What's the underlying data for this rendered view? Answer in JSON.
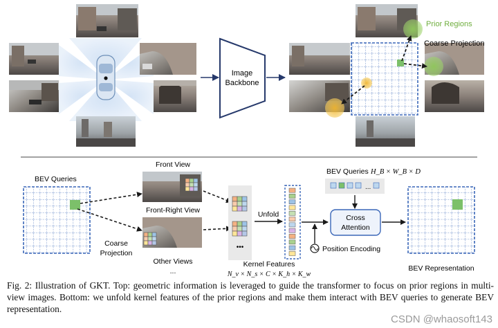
{
  "top": {
    "image_backbone": [
      "Image",
      "Backbone"
    ],
    "prior_regions": "Prior Regions",
    "coarse_projection": "Coarse Projection"
  },
  "bottom": {
    "bev_queries": "BEV Queries",
    "front_view": "Front View",
    "front_right_view": "Front-Right View",
    "other_views": "Other Views",
    "other_views_dots": "...",
    "coarse_projection": [
      "Coarse",
      "Projection"
    ],
    "unfold": "Unfold",
    "kernel_features": "Kernel Features",
    "kernel_formula": "N_v × N_s × C × K_h × K_w",
    "kernel_dots": "•••",
    "bev_queries_dim_label": "BEV Queries",
    "bev_queries_dim": "H_B × W_B × D",
    "query_dots": "...",
    "cross_attention": [
      "Cross",
      "Attention"
    ],
    "position_encoding": "Position Encoding",
    "bev_representation": "BEV Representation"
  },
  "caption": {
    "prefix": "Fig. 2:",
    "text": "Illustration of GKT. Top: geometric information is leveraged to guide the transformer to focus on prior regions in multi-view images. Bottom: we unfold kernel features of the prior regions and make them interact with BEV queries to generate BEV representation."
  },
  "watermark": "CSDN @whaosoft143",
  "colors": {
    "grid_blue": "#3a67b8",
    "prior_green": "#7dbb52",
    "prior_orange": "#f2bb3a",
    "query_green": "#7cc06a",
    "arrow_dark": "#1a1a1a",
    "backbone_navy": "#26396b"
  }
}
